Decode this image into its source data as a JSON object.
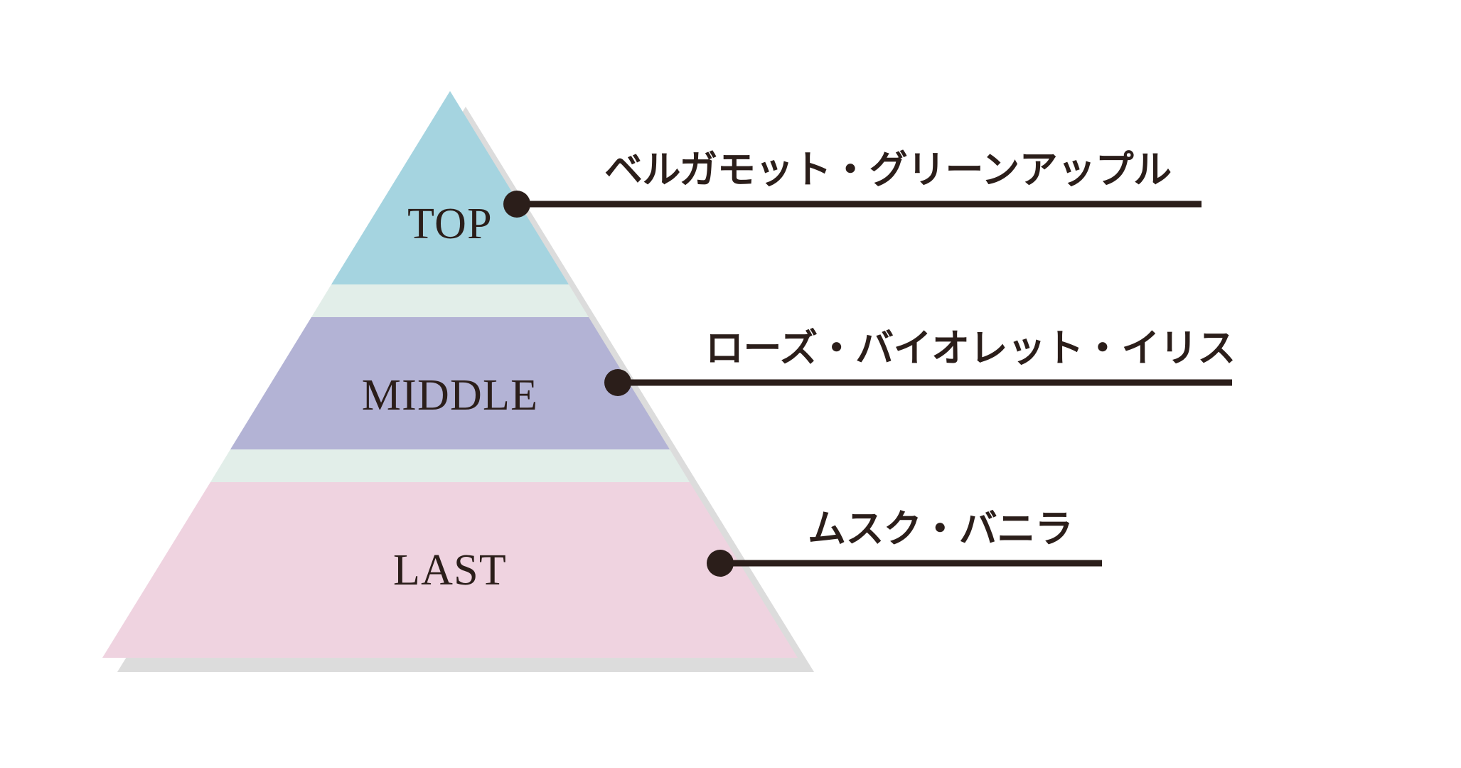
{
  "diagram": {
    "type": "fragrance-note-pyramid",
    "background_color": "#ffffff",
    "shadow_color": "#dcdcdc",
    "divider_color": "#e2eee9",
    "ink_color": "#2b1e1a",
    "tiers": [
      {
        "id": "top",
        "tier_label": "TOP",
        "note_label": "ベルガモット・グリーンアップル",
        "color": "#a5d4e0"
      },
      {
        "id": "middle",
        "tier_label": "MIDDLE",
        "note_label": "ローズ・バイオレット・イリス",
        "color": "#b3b3d5"
      },
      {
        "id": "last",
        "tier_label": "LAST",
        "note_label": "ムスク・バニラ",
        "color": "#efd3e0"
      }
    ]
  }
}
